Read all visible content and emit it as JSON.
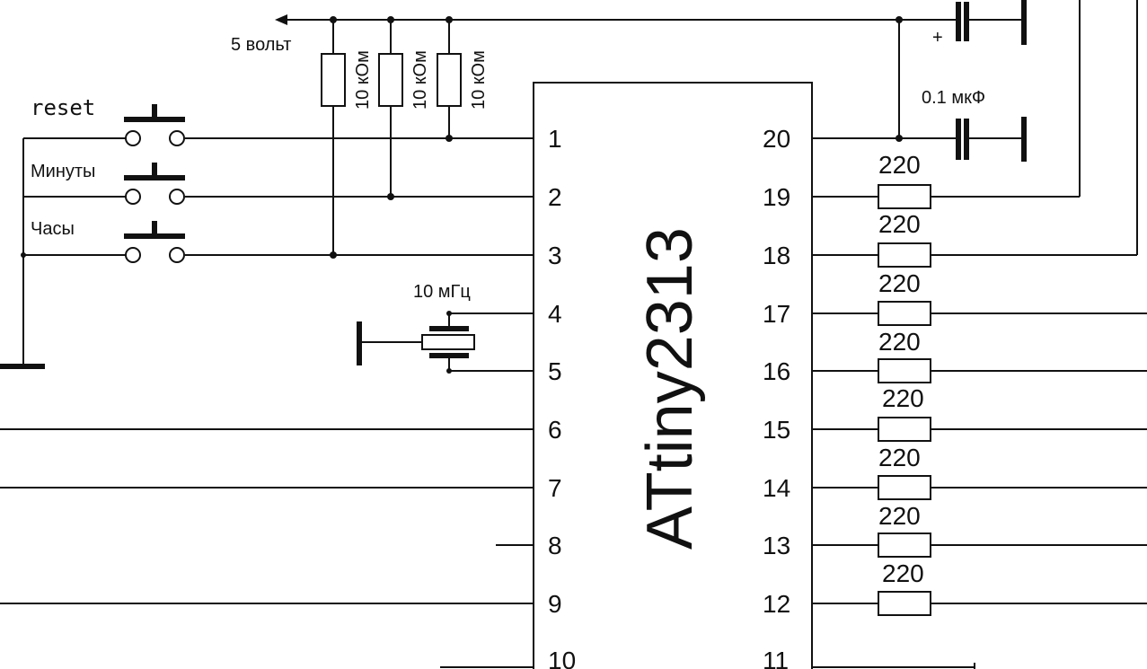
{
  "labels": {
    "supply": "5 вольт",
    "reset": "reset",
    "minutes": "Минуты",
    "hours": "Часы",
    "crystal": "10 мГц",
    "capacitor": "0.1 мкФ",
    "polarity": "+",
    "chip": "ATtiny2313"
  },
  "pullups": [
    "10 кОм",
    "10 кОм",
    "10 кОм"
  ],
  "left_pins": [
    "1",
    "2",
    "3",
    "4",
    "5",
    "6",
    "7",
    "8",
    "9",
    "10"
  ],
  "right_pins": [
    "20",
    "19",
    "18",
    "17",
    "16",
    "15",
    "14",
    "13",
    "12",
    "11"
  ],
  "led_resistors": [
    "220",
    "220",
    "220",
    "220",
    "220",
    "220",
    "220",
    "220"
  ]
}
